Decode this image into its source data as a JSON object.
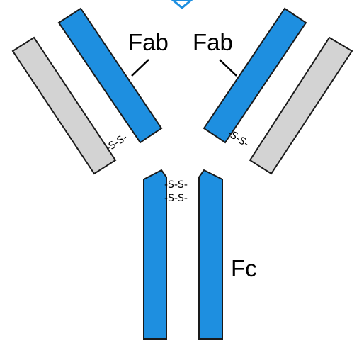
{
  "diagram": {
    "labels": {
      "fab_left": "Fab",
      "fab_right": "Fab",
      "fc": "Fc"
    },
    "disulfide_bond": "-S-S-",
    "colors": {
      "heavy_chain": "#1e8fe0",
      "light_chain": "#d3d3d3",
      "outline": "#1a1a1a",
      "text": "#000000"
    }
  }
}
